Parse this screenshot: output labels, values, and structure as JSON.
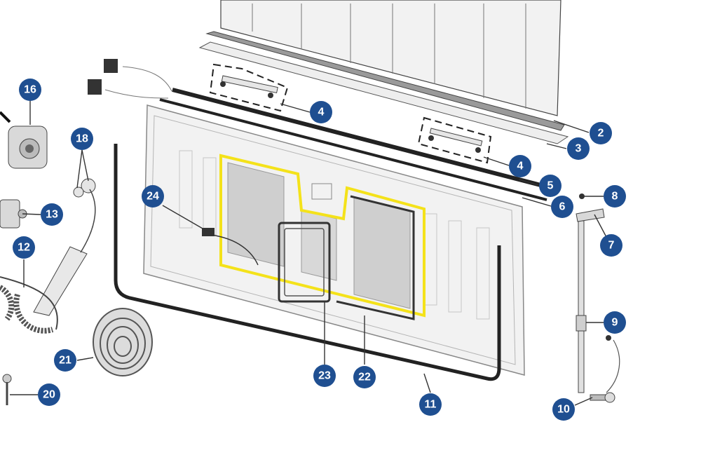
{
  "diagram": {
    "colors": {
      "callout_fill": "#1f4f91",
      "callout_text": "#ffffff",
      "highlight": "#f4e21a",
      "seal": "#222222",
      "panel": "#f0f0f0",
      "window": "#cfcfcf"
    },
    "callouts": [
      "16",
      "18",
      "13",
      "12",
      "21",
      "20",
      "24",
      "4",
      "2",
      "3",
      "4",
      "5",
      "6",
      "8",
      "7",
      "9",
      "10",
      "11",
      "23",
      "22"
    ]
  }
}
